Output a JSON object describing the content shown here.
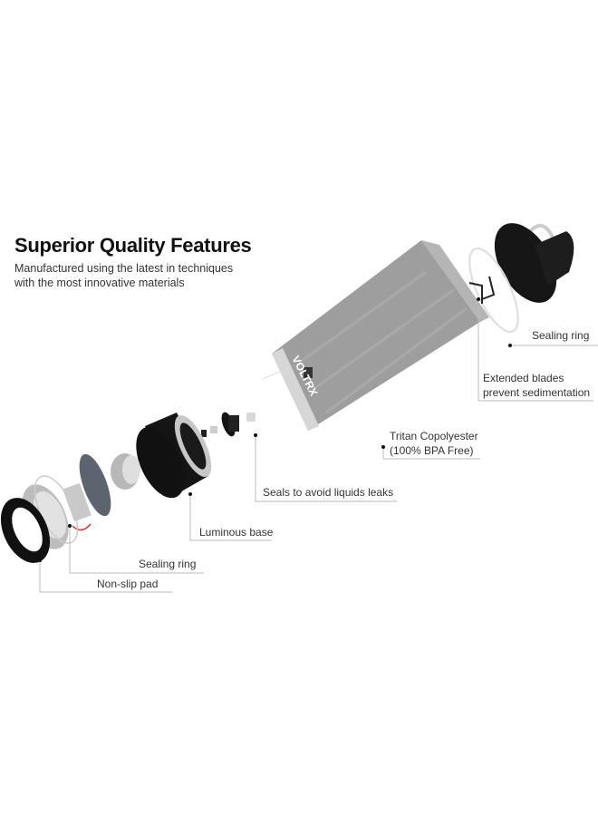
{
  "header": {
    "title": "Superior Quality Features",
    "subtitle_line1": "Manufactured using the latest in techniques",
    "subtitle_line2": "with the most innovative materials"
  },
  "brand_logo": "VOLTRX",
  "callouts": [
    {
      "line1": "Sealing ring"
    },
    {
      "line1": "Extended blades",
      "line2": "prevent sedimentation"
    },
    {
      "line1": "Tritan Copolyester",
      "line2": "(100% BPA Free)"
    },
    {
      "line1": "Seals to avoid liquids leaks"
    },
    {
      "line1": "Luminous base"
    },
    {
      "line1": "Sealing ring"
    },
    {
      "line1": "Non-slip pad"
    }
  ],
  "colors": {
    "leader_line": "#bbbbbb",
    "dot": "#111111",
    "bottle": "#8a8a8a",
    "black_parts": "#151515"
  }
}
